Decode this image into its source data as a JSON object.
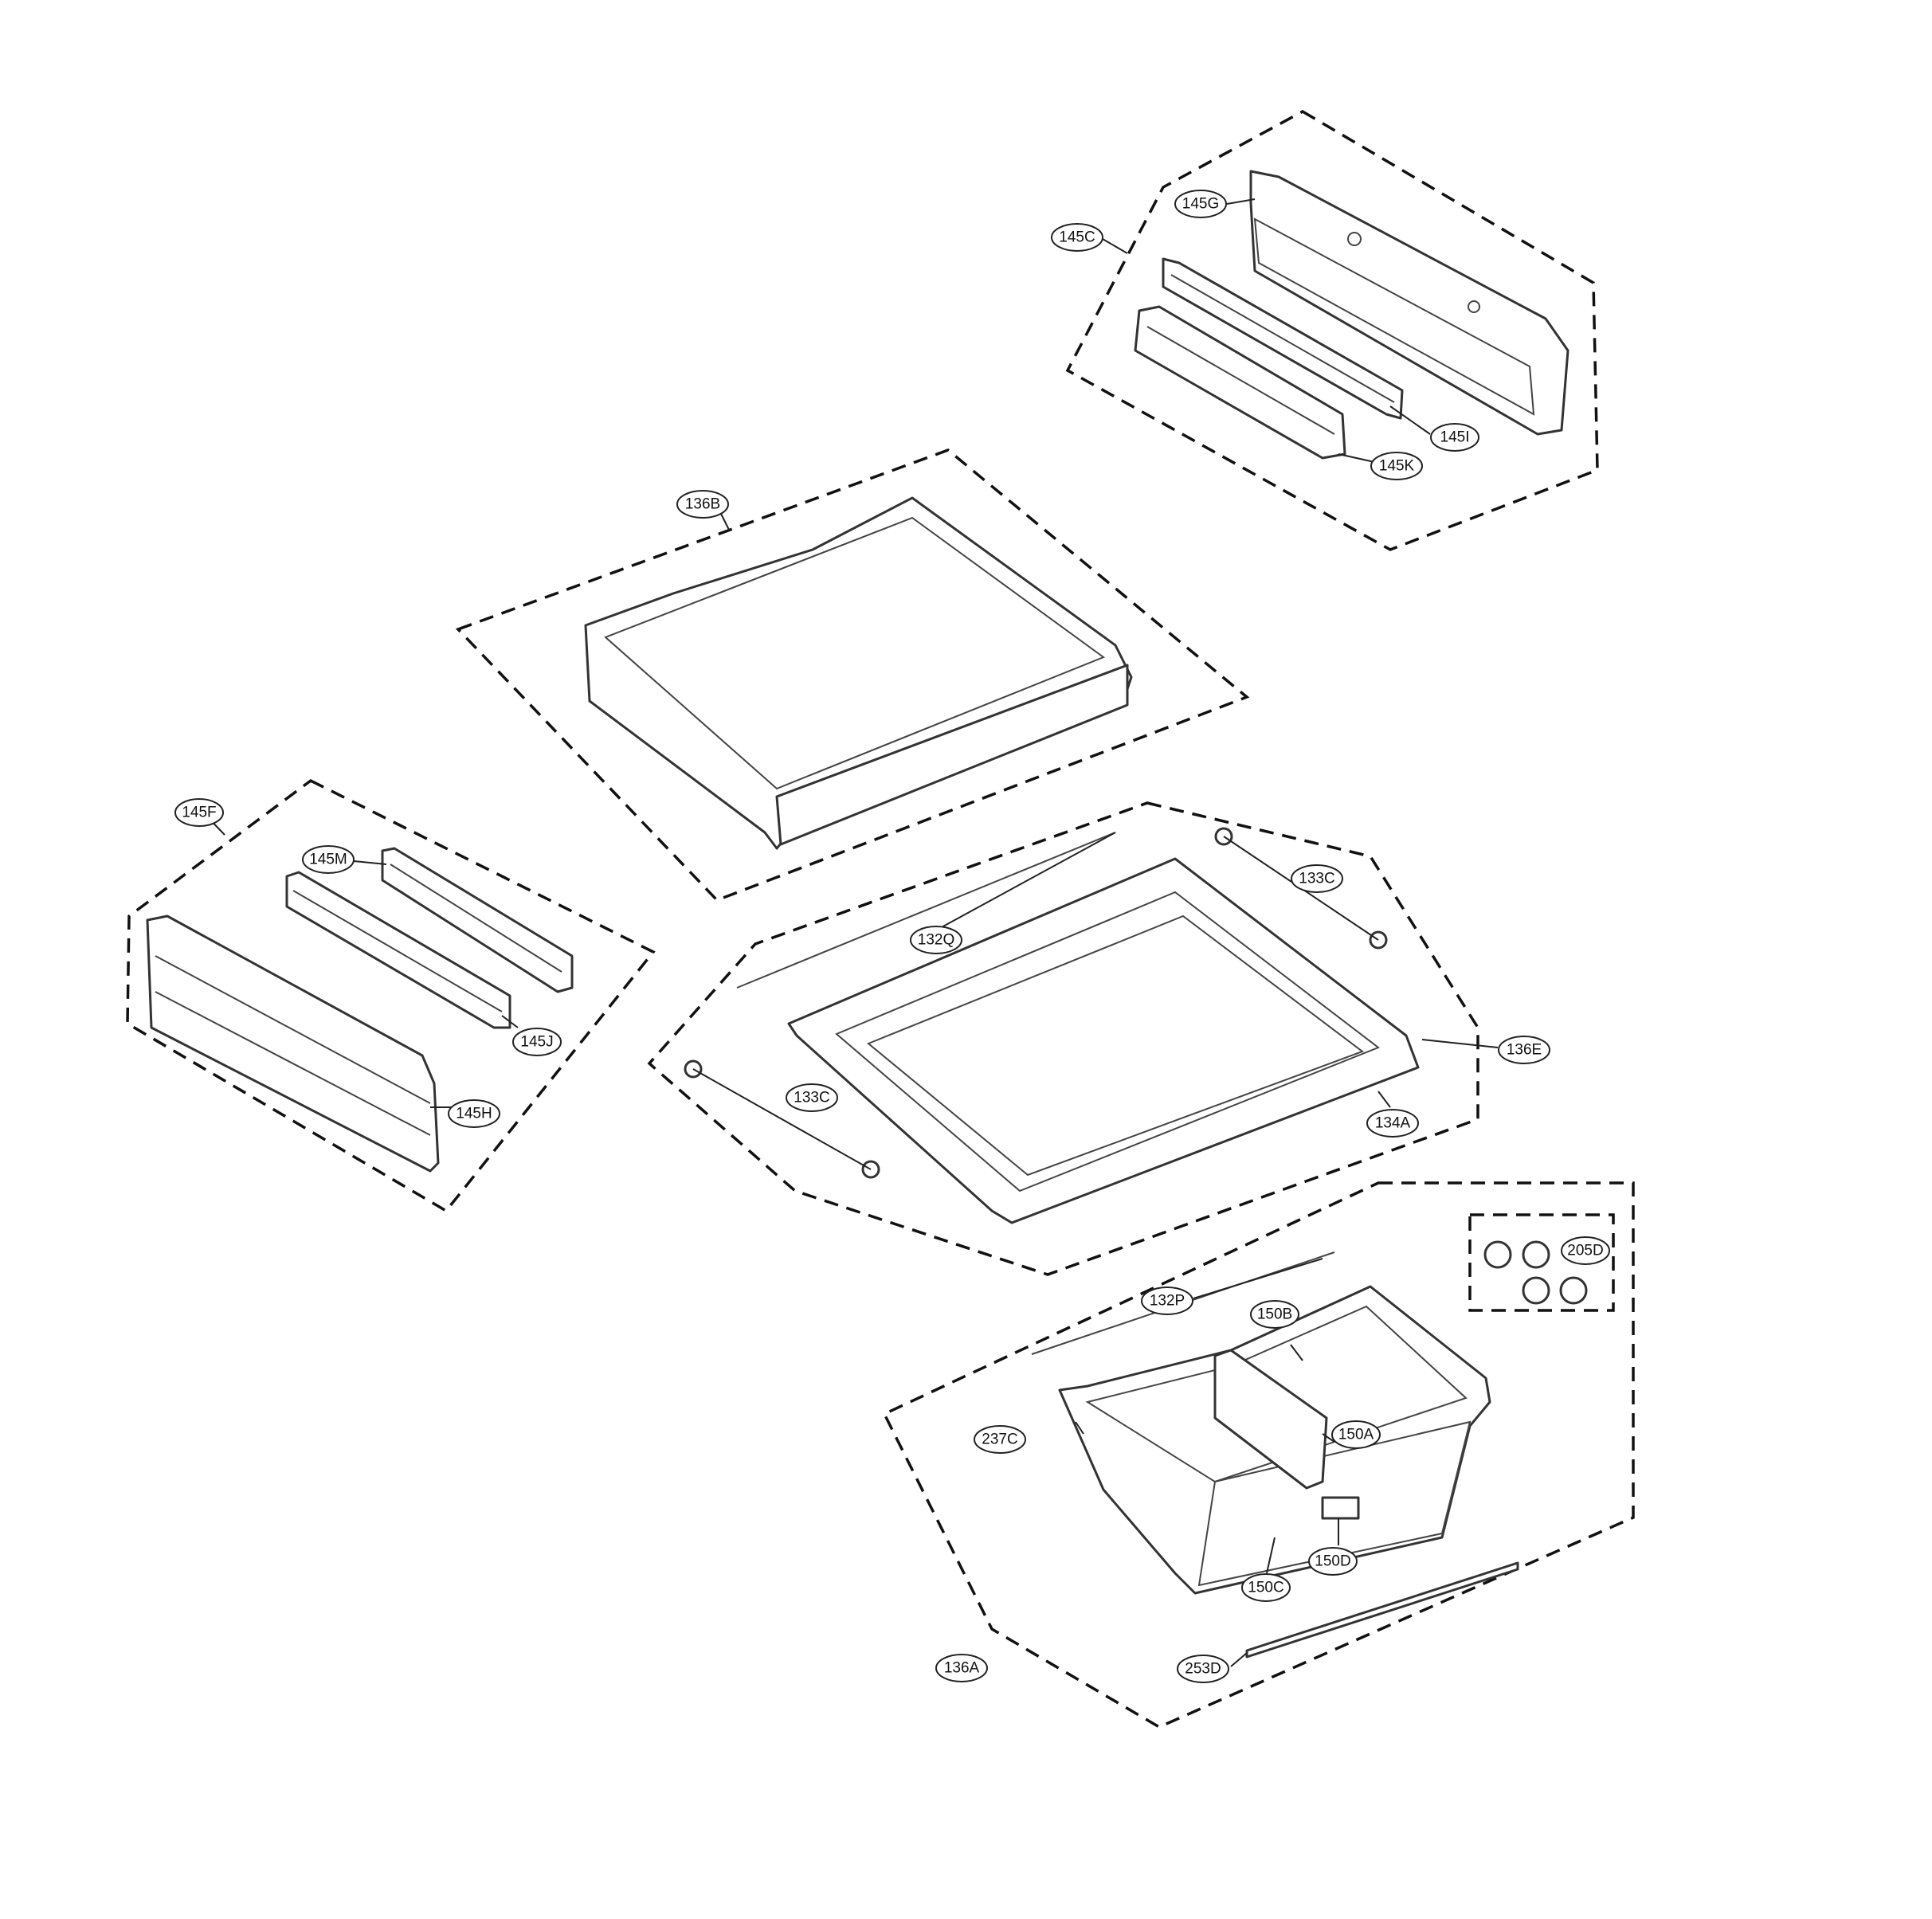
{
  "labels": {
    "l145C": "145C",
    "l145G": "145G",
    "l145I": "145I",
    "l145K": "145K",
    "l136B": "136B",
    "l145F": "145F",
    "l145M": "145M",
    "l145J": "145J",
    "l145H": "145H",
    "l133C_top": "133C",
    "l132Q": "132Q",
    "l136E": "136E",
    "l134A": "134A",
    "l133C_bottom": "133C",
    "l205D": "205D",
    "l132P": "132P",
    "l150B": "150B",
    "l237C": "237C",
    "l150A": "150A",
    "l150D": "150D",
    "l150C": "150C",
    "l253D": "253D",
    "l136A": "136A"
  }
}
